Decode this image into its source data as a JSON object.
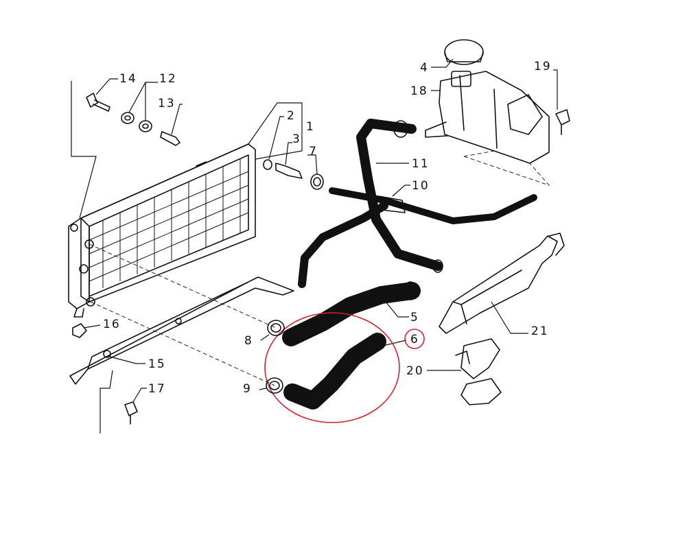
{
  "diagram": {
    "callouts": [
      {
        "id": "14",
        "label": "14"
      },
      {
        "id": "12",
        "label": "12"
      },
      {
        "id": "13",
        "label": "13"
      },
      {
        "id": "2",
        "label": "2"
      },
      {
        "id": "1",
        "label": "1"
      },
      {
        "id": "3",
        "label": "3"
      },
      {
        "id": "7",
        "label": "7"
      },
      {
        "id": "4",
        "label": "4"
      },
      {
        "id": "18",
        "label": "18"
      },
      {
        "id": "19",
        "label": "19"
      },
      {
        "id": "11",
        "label": "11"
      },
      {
        "id": "10",
        "label": "10"
      },
      {
        "id": "5",
        "label": "5"
      },
      {
        "id": "6",
        "label": "6"
      },
      {
        "id": "8",
        "label": "8"
      },
      {
        "id": "9",
        "label": "9"
      },
      {
        "id": "16",
        "label": "16"
      },
      {
        "id": "15",
        "label": "15"
      },
      {
        "id": "17",
        "label": "17"
      },
      {
        "id": "20",
        "label": "20"
      },
      {
        "id": "21",
        "label": "21"
      }
    ],
    "highlight": {
      "part": "6",
      "color": "#e3101a"
    }
  }
}
